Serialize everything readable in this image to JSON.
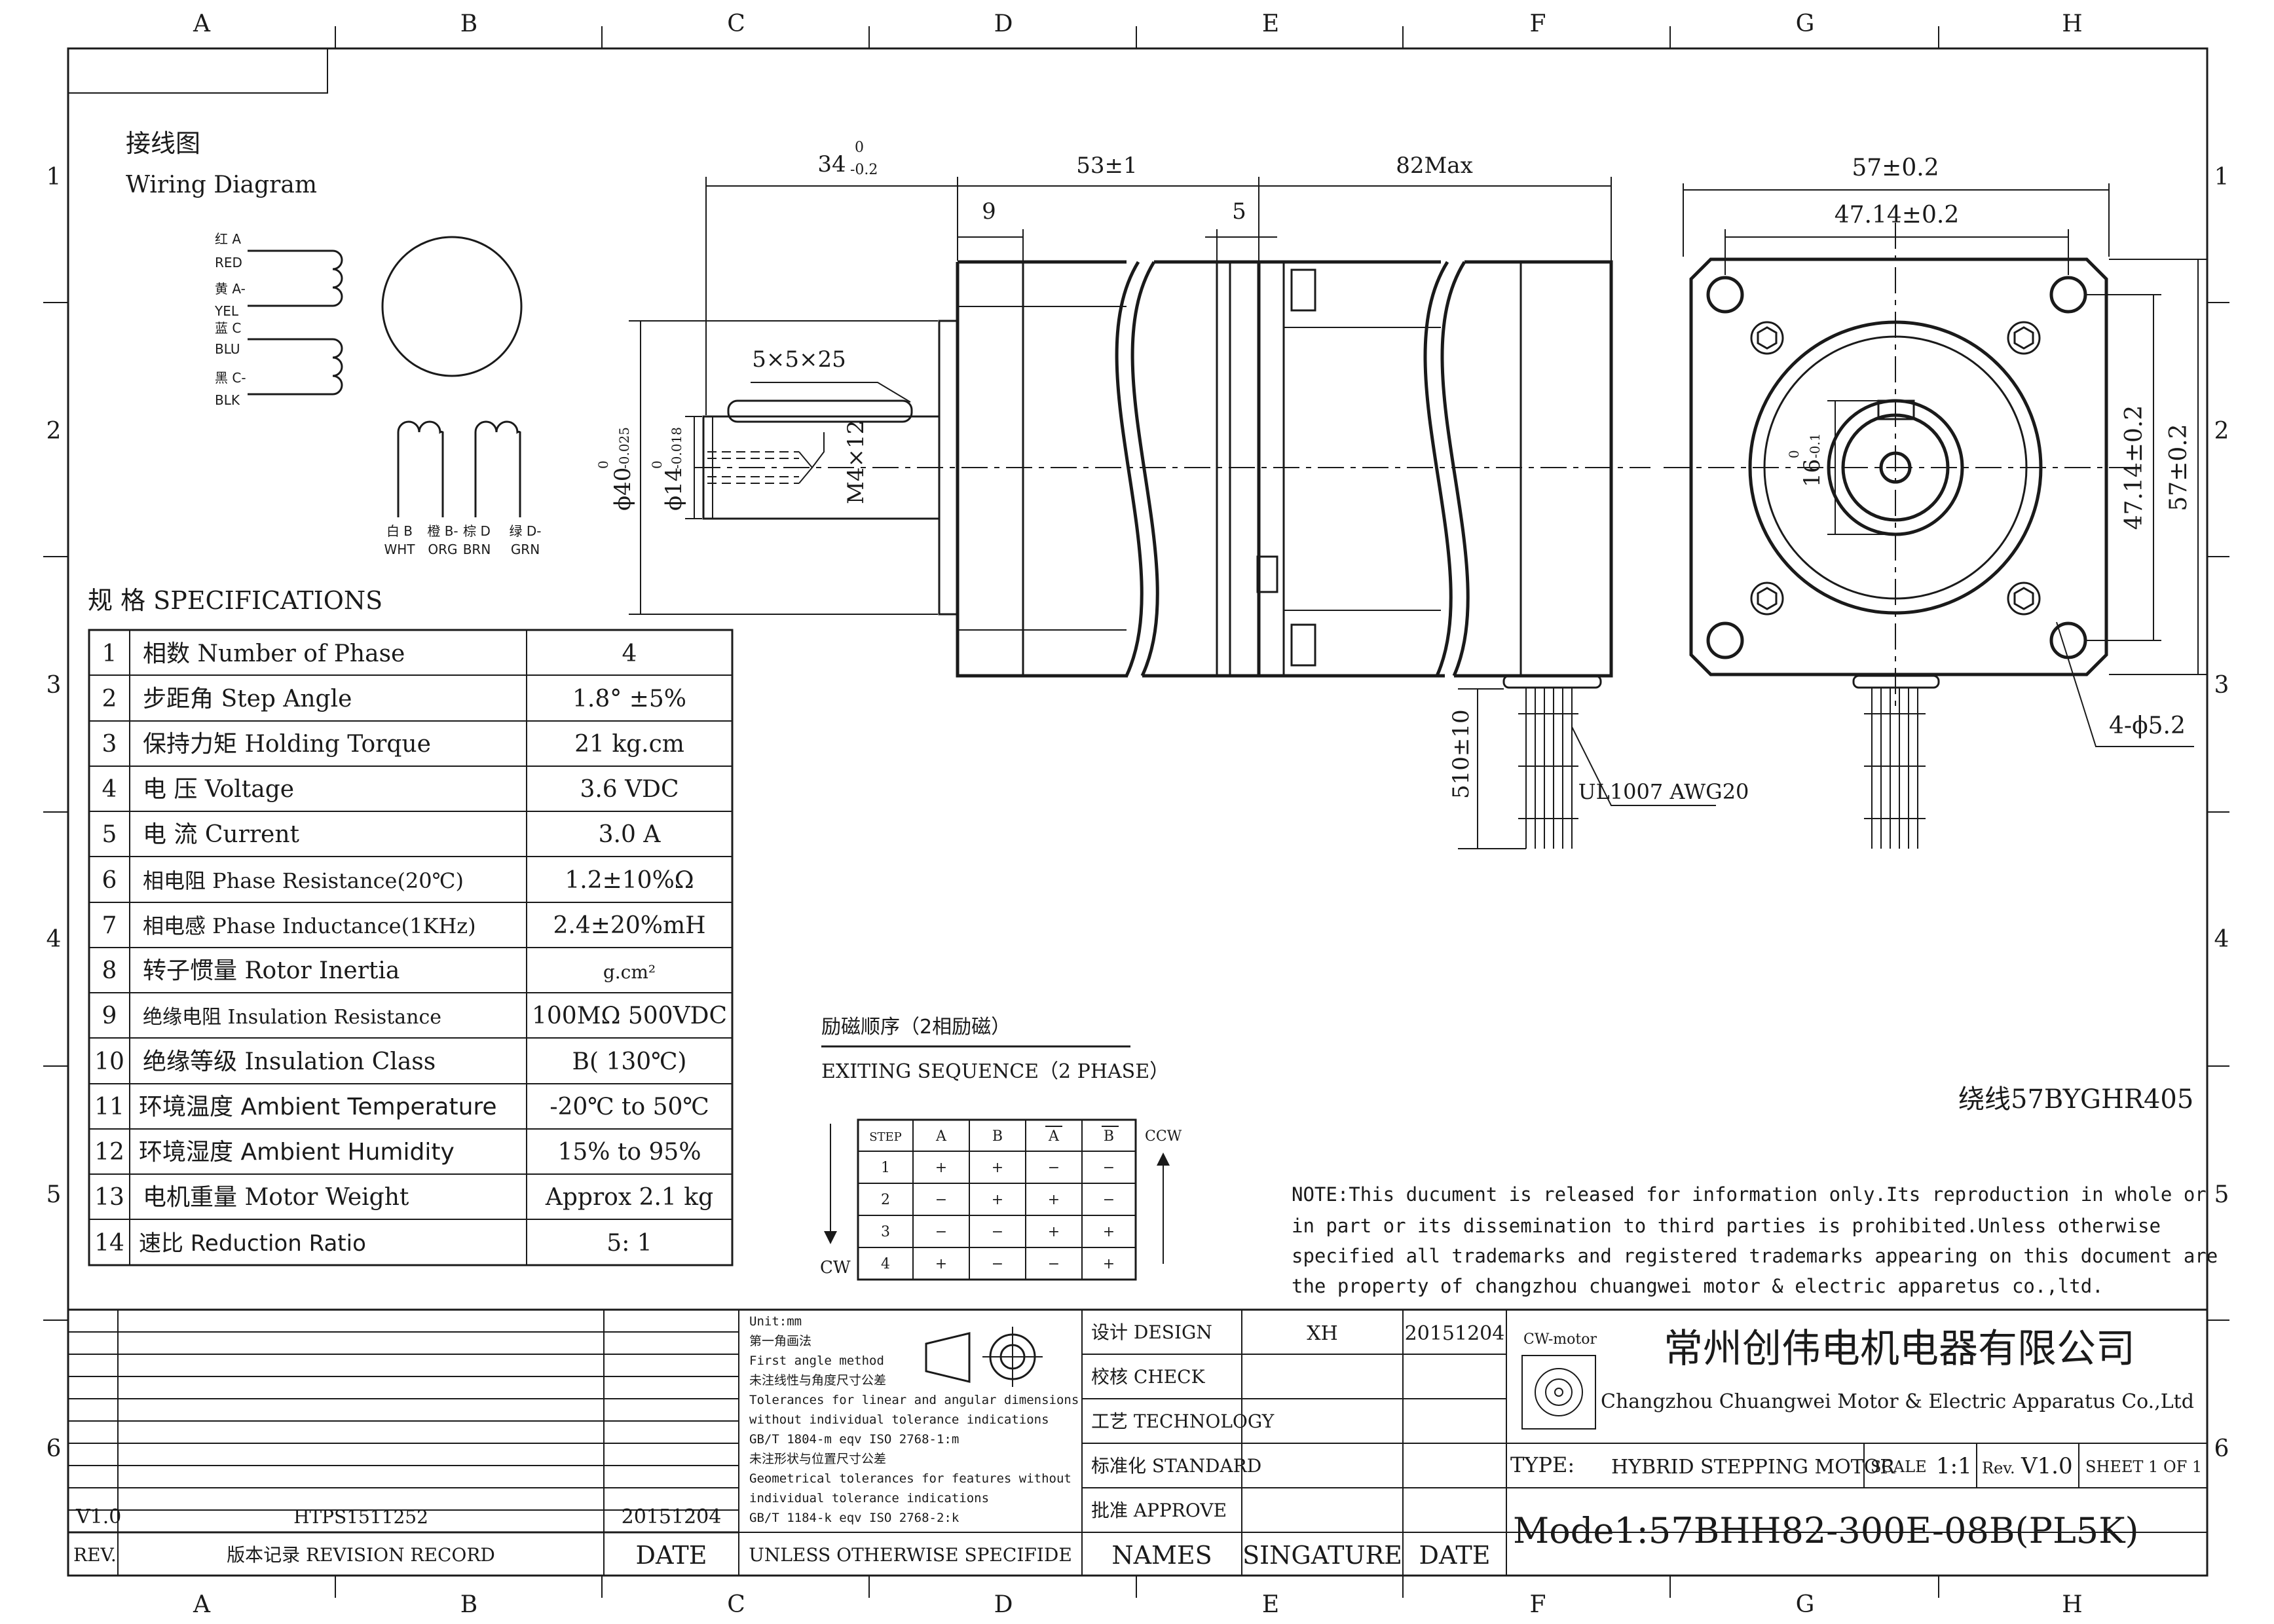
{
  "grid": {
    "columns": [
      "A",
      "B",
      "C",
      "D",
      "E",
      "F",
      "G",
      "H"
    ],
    "rows": [
      "1",
      "2",
      "3",
      "4",
      "5",
      "6"
    ]
  },
  "wiring": {
    "title_cn": "接线图",
    "title_en": "Wiring Diagram",
    "leads_left": [
      {
        "cn": "红 A",
        "en": "RED"
      },
      {
        "cn": "黄 A-",
        "en": "YEL"
      },
      {
        "cn": "蓝 C",
        "en": "BLU"
      },
      {
        "cn": "黑 C-",
        "en": "BLK"
      }
    ],
    "leads_bottom": [
      {
        "cn": "白 B",
        "en": "WHT"
      },
      {
        "cn": "橙 B-",
        "en": "ORG"
      },
      {
        "cn": "棕 D",
        "en": "BRN"
      },
      {
        "cn": "绿 D-",
        "en": "GRN"
      }
    ]
  },
  "specs": {
    "title": "规 格 SPECIFICATIONS",
    "rows": [
      {
        "n": "1",
        "name": "相数 Number of Phase",
        "value": "4"
      },
      {
        "n": "2",
        "name": "步距角 Step Angle",
        "value": "1.8° ±5%"
      },
      {
        "n": "3",
        "name": "保持力矩 Holding Torque",
        "value": "21 kg.cm"
      },
      {
        "n": "4",
        "name": "电 压   Voltage",
        "value": "3.6 VDC"
      },
      {
        "n": "5",
        "name": "电 流   Current",
        "value": "3.0 A"
      },
      {
        "n": "6",
        "name": "相电阻    Phase Resistance(20℃)",
        "value": "1.2±10%Ω"
      },
      {
        "n": "7",
        "name": "相电感    Phase Inductance(1KHz)",
        "value": "2.4±20%mH"
      },
      {
        "n": "8",
        "name": "转子惯量 Rotor Inertia",
        "value": "g.cm²"
      },
      {
        "n": "9",
        "name": "绝缘电阻 Insulation Resistance",
        "value": "100MΩ 500VDC"
      },
      {
        "n": "10",
        "name": "绝缘等级 Insulation Class",
        "value": "B( 130℃)"
      },
      {
        "n": "11",
        "name": "环境温度 Ambient Temperature",
        "value": "-20℃ to 50℃"
      },
      {
        "n": "12",
        "name": "环境湿度 Ambient Humidity",
        "value": "15% to 95%"
      },
      {
        "n": "13",
        "name": "电机重量 Motor Weight",
        "value": "Approx 2.1 kg"
      },
      {
        "n": "14",
        "name": "速比 Reduction Ratio",
        "value": "5: 1"
      }
    ]
  },
  "dimensions": {
    "d_34": "34",
    "d_34_tol_up": "0",
    "d_34_tol_lo": "-0.2",
    "d_53": "53±1",
    "d_82": "82Max",
    "d_9": "9",
    "d_5": "5",
    "key": "5×5×25",
    "thread": "M4×12",
    "phi40": "ϕ40",
    "phi40_tol_up": "0",
    "phi40_tol_lo": "-0.025",
    "phi14": "ϕ14",
    "phi14_tol_up": "0",
    "phi14_tol_lo": "-0.018",
    "lead_len": "510±10",
    "wire": "UL1007 AWG20",
    "sq57": "57±0.2",
    "pc4714": "47.14±0.2",
    "pc4714_v": "47.14±0.2",
    "sq57_v": "57±0.2",
    "d16": "16",
    "d16_tol_up": "0",
    "d16_tol_lo": "-0.1",
    "holes": "4-ϕ5.2",
    "winding": "绕线57BYGHR405"
  },
  "sequence": {
    "title_cn": "励磁顺序（2相励磁）",
    "title_en": "EXITING SEQUENCE（2 PHASE）",
    "headers": [
      "STEP",
      "A",
      "B",
      "A",
      "B"
    ],
    "rows": [
      [
        "1",
        "+",
        "+",
        "−",
        "−"
      ],
      [
        "2",
        "−",
        "+",
        "+",
        "−"
      ],
      [
        "3",
        "−",
        "−",
        "+",
        "+"
      ],
      [
        "4",
        "+",
        "−",
        "−",
        "+"
      ]
    ],
    "cw": "CW",
    "ccw": "CCW"
  },
  "note": [
    "NOTE:This ducument is released for information only.Its reproduction in whole or",
    "in part or its dissemination to third parties is prohibited.Unless otherwise",
    "specified all trademarks and registered trademarks appearing on this document are",
    "the property of changzhou chuangwei motor & electric apparetus co.,ltd."
  ],
  "titleblock": {
    "version": "V1.0",
    "doc_no": "HTPS1511252",
    "rev_date": "20151204",
    "rev_label": "REV.",
    "rev_record": "版本记录 REVISION RECORD",
    "date_label": "DATE",
    "tolerance_lines": [
      "Unit:mm",
      "第一角画法",
      "First angle method",
      "未注线性与角度尺寸公差",
      "Tolerances for linear and angular dimensions",
      "without individual tolerance indications",
      "   GB/T 1804-m eqv ISO 2768-1:m",
      "未注形状与位置尺寸公差",
      "Geometrical tolerances for features without",
      "individual tolerance indications",
      "   GB/T 1184-k eqv ISO 2768-2:k"
    ],
    "unless": "UNLESS OTHERWISE SPECIFIDE",
    "roles": [
      "设计 DESIGN",
      "校核 CHECK",
      "工艺 TECHNOLOGY",
      "标准化 STANDARD",
      "批准 APPROVE"
    ],
    "designer": "XH",
    "design_date": "20151204",
    "names": "NAMES",
    "signature": "SINGATURE",
    "date2": "DATE",
    "logo_text": "CW-motor",
    "company_cn": "常州创伟电机电器有限公司",
    "company_en": "Changzhou Chuangwei Motor & Electric Apparatus Co.,Ltd",
    "type_label": "TYPE:",
    "type_value": "HYBRID STEPPING MOTOR",
    "scale_label": "SCALE",
    "scale_value": "1:1",
    "rev2_label": "Rev.",
    "rev2_value": "V1.0",
    "sheet": "SHEET 1 OF 1",
    "model": "Mode1:57BHH82-300E-08B(PL5K)"
  }
}
